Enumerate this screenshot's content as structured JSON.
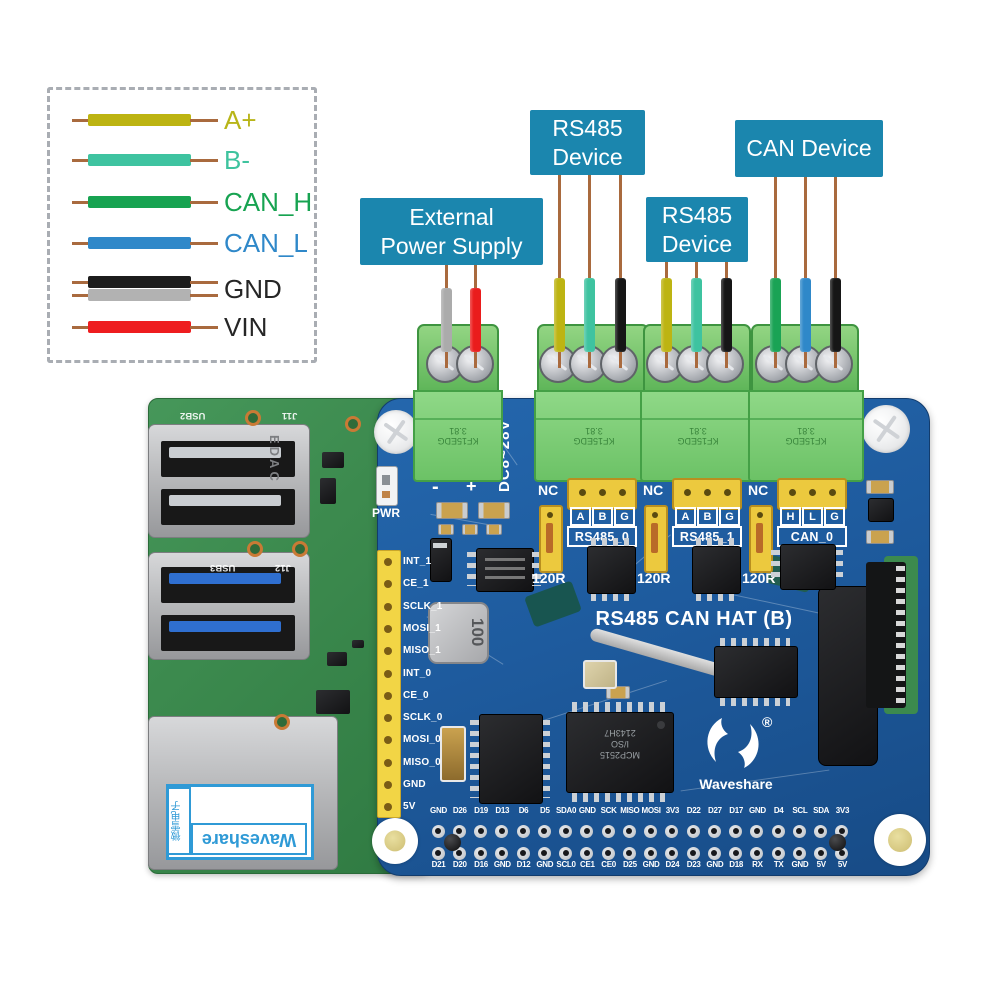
{
  "colors": {
    "callout_bg": "#1b86ae",
    "pcb_blue": "#1e5b9e",
    "pi_green": "#3c8a4e",
    "terminal_green": "#7ccf78",
    "jumper_yellow": "#ecc93e",
    "wire": {
      "yellow": "#bdb412",
      "teal": "#3ec3a0",
      "green": "#1aa355",
      "blue": "#2f88c9",
      "black": "#161616",
      "gray": "#ababab",
      "red": "#ea1c1c",
      "lead": "#a96a3e"
    }
  },
  "legend": {
    "items": [
      {
        "label": "A+",
        "label_color": "#b8b519",
        "bars": [
          "#bdb412"
        ]
      },
      {
        "label": "B-",
        "label_color": "#3ec39e",
        "bars": [
          "#3ec3a0"
        ]
      },
      {
        "label": "CAN_H",
        "label_color": "#17a351",
        "bars": [
          "#17a351"
        ]
      },
      {
        "label": "CAN_L",
        "label_color": "#2f88c9",
        "bars": [
          "#2f88c9"
        ]
      },
      {
        "label": "GND",
        "label_color": "#262626",
        "bars": [
          "#1c1c1c",
          "#b2b2b2"
        ]
      },
      {
        "label": "VIN",
        "label_color": "#262626",
        "bars": [
          "#ee1d1f"
        ]
      }
    ]
  },
  "callouts": [
    {
      "id": "external-power-supply",
      "lines": [
        "External",
        "Power Supply"
      ]
    },
    {
      "id": "rs485-device-1",
      "lines": [
        "RS485",
        "Device"
      ]
    },
    {
      "id": "rs485-device-2",
      "lines": [
        "RS485",
        "Device"
      ]
    },
    {
      "id": "can-device",
      "lines": [
        "CAN Device"
      ]
    }
  ],
  "hat": {
    "title": "RS485 CAN HAT (B)",
    "power_range": "DC8~28V",
    "pwr_label": "PWR",
    "minus": "-",
    "plus": "+",
    "terminal_marking": [
      "KF15EDG",
      "3.81"
    ],
    "channels": [
      {
        "nc": "NC",
        "pins": [
          "A",
          "B",
          "G"
        ],
        "name": "RS485_0",
        "res": "120R"
      },
      {
        "nc": "NC",
        "pins": [
          "A",
          "B",
          "G"
        ],
        "name": "RS485_1",
        "res": "120R"
      },
      {
        "nc": "NC",
        "pins": [
          "H",
          "L",
          "G"
        ],
        "name": "CAN_0",
        "res": "120R"
      }
    ],
    "left_pins": [
      "INT_1",
      "CE_1",
      "SCLK_1",
      "MOSI_1",
      "MISO_1",
      "INT_0",
      "CE_0",
      "SCLK_0",
      "MOSI_0",
      "MISO_0",
      "GND",
      "5V"
    ],
    "gpio_top": [
      "GND",
      "D26",
      "D19",
      "D13",
      "D6",
      "D5",
      "SDA0",
      "GND",
      "SCK",
      "MISO",
      "MOSI",
      "3V3",
      "D22",
      "D27",
      "D17",
      "GND",
      "D4",
      "SCL",
      "SDA",
      "3V3"
    ],
    "gpio_bottom": [
      "D21",
      "D20",
      "D16",
      "GND",
      "D12",
      "GND",
      "SCL0",
      "CE1",
      "CE0",
      "D25",
      "GND",
      "D24",
      "D23",
      "GND",
      "D18",
      "RX",
      "TX",
      "GND",
      "5V",
      "5V"
    ],
    "brand": {
      "logo_icon": "waveshare-logo",
      "reg": "®",
      "name": "Waveshare"
    },
    "chips": {
      "mcp2515": [
        "MCP2515",
        "I/SO",
        "2143H7"
      ],
      "inductor": "100"
    }
  },
  "pi": {
    "usb2_marking": "EDAC",
    "silk": [
      "USB2",
      "J11",
      "USB3",
      "J12"
    ],
    "sticker": {
      "brand": "Waveshare",
      "cn": "微雪电子"
    }
  }
}
